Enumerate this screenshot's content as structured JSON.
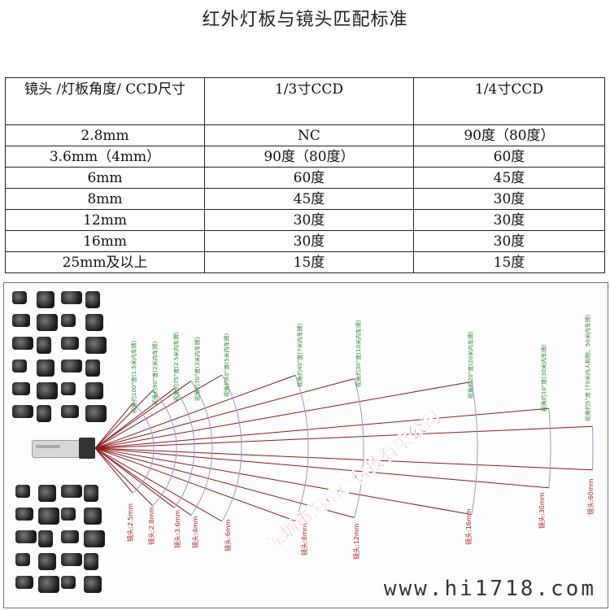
{
  "title": "红外灯板与镜头匹配标准",
  "table": {
    "header": [
      "镜头 /灯板角度/ CCD尺寸",
      "1/3寸CCD",
      "1/4寸CCD"
    ],
    "rows": [
      [
        "2.8mm",
        "NC",
        "90度（80度）"
      ],
      [
        "3.6mm（4mm）",
        "90度（80度）",
        "60度"
      ],
      [
        "6mm",
        "60度",
        "45度"
      ],
      [
        "8mm",
        "45度",
        "30度"
      ],
      [
        "12mm",
        "30度",
        "30度"
      ],
      [
        "16mm",
        "30度",
        "30度"
      ],
      [
        "25mm及以上",
        "15度",
        "15度"
      ]
    ]
  },
  "diagram": {
    "angle_labels": [
      "视角约100°度(1.5米内车牌)",
      "视角约90°度(2米内车牌)",
      "视角约75°度(2.5米内车牌)",
      "视角约70°度(3米内车牌)",
      "视角约60°度(5米内车牌)",
      "视角约40°度(7米内车牌)",
      "视角约30°度(10米内车牌)",
      "视角约20°度(20米内车牌)",
      "视角约10°度(30米内车牌)",
      "视角约5°度 (70米内人和物，50米内车牌)"
    ],
    "lens_labels": [
      "镜头:2.5mm",
      "镜头:2.8mm",
      "镜头:3.6mm",
      "镜头:4mm",
      "镜头:6mm",
      "镜头:8mm",
      "镜头:12mm",
      "镜头:16mm",
      "镜头:30mm",
      "镜头:60mm"
    ],
    "watermark": "深圳市海精德科技有限公司",
    "site": "www.hi1718.com",
    "colors": {
      "rays": "#8b1a1a",
      "arcs": "#9a9ad0",
      "angle_text": "#2e8a2e",
      "lens_text": "#b22222"
    }
  }
}
